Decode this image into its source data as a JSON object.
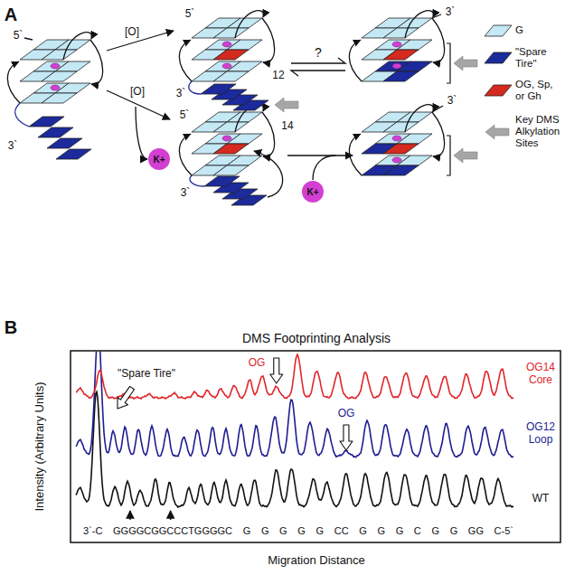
{
  "diagram": {
    "title": "DMS Footprinting Analysis",
    "nodes": [
      {
        "text": [
          "K+"
        ]
      },
      {
        "text": [
          "K+"
        ]
      }
    ],
    "labels": [
      "A",
      "5`",
      "3`",
      "[O]",
      "[O]",
      "5`",
      "12",
      "3`",
      "?",
      "3`",
      "5`",
      "14",
      "3`",
      "3`",
      "B",
      "Intensity (Arbitrary Units)",
      "\"Spare Tire\"",
      "OG",
      "OG",
      "OG14 Core",
      "OG12 Loop",
      "WT",
      "3`-C GGGGCGGCCCTGGGGC G G G G G CC G G G C G G GG C-5`",
      "Migration Distance"
    ],
    "legend": [
      {
        "text": "G",
        "color": "#c5e8f5"
      },
      {
        "text": "\"Spare Tire\"",
        "color": "#1c2a9c"
      },
      {
        "text": "OG, Sp, or Gh",
        "color": "#d42a1f"
      },
      {
        "text": "Key DMS Alkylation Sites"
      }
    ]
  }
}
